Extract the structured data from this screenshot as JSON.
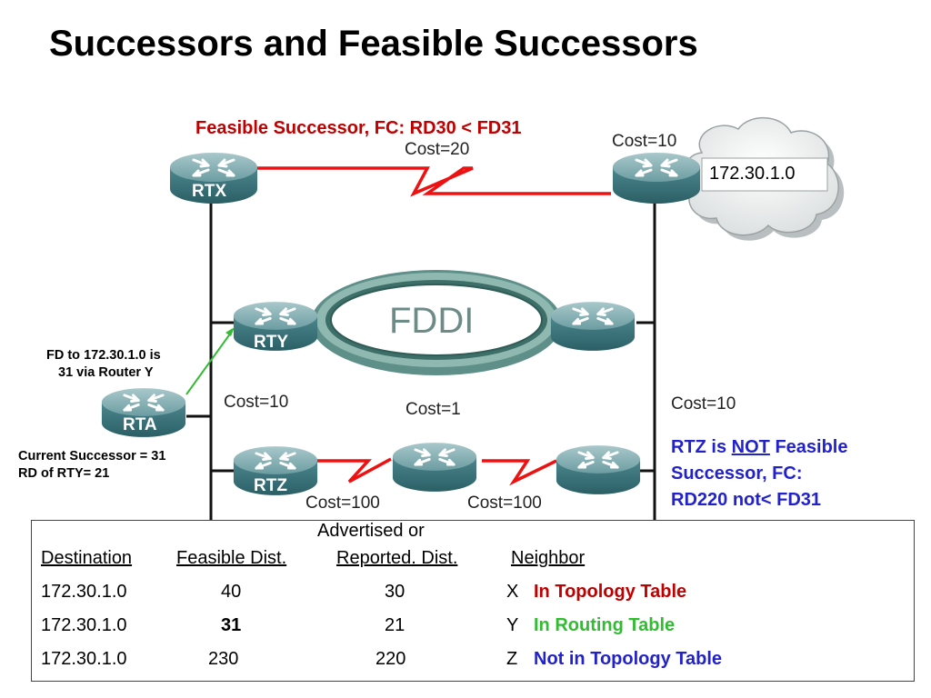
{
  "title": "Successors and Feasible Successors",
  "labels": {
    "feasible_successor": "Feasible Successor, FC: RD30 < FD31",
    "network": "172.30.1.0",
    "fddi": "FDDI",
    "fd_note_line1": "FD to 172.30.1.0 is",
    "fd_note_line2": "31 via Router Y",
    "current_successor_line1": "Current Successor = 31",
    "current_successor_line2": "RD of RTY= 21",
    "rtz_note_line1_prefix": "RTZ is ",
    "rtz_note_line1_not": "NOT",
    "rtz_note_line1_suffix": " Feasible",
    "rtz_note_line2": "Successor, FC:",
    "rtz_note_line3": "RD220 not< FD31"
  },
  "routers": {
    "rtx": "RTX",
    "rty": "RTY",
    "rta": "RTA",
    "rtz": "RTZ"
  },
  "costs": {
    "rtx_link": "Cost=20",
    "cloud_link": "Cost=10",
    "rty_link": "Cost=10",
    "fddi_link": "Cost=1",
    "right_link": "Cost=10",
    "rtz_link1": "Cost=100",
    "rtz_link2": "Cost=100"
  },
  "table": {
    "header_top": "Advertised or",
    "columns": [
      "Destination",
      "Feasible Dist.",
      "Reported. Dist.",
      "Neighbor"
    ],
    "rows": [
      {
        "destination": "172.30.1.0",
        "fd": "40",
        "rd": "30",
        "neighbor": "X",
        "status": "In Topology Table",
        "status_color": "#c00000"
      },
      {
        "destination": "172.30.1.0",
        "fd": "31",
        "rd": "21",
        "neighbor": "Y",
        "status": "In Routing Table",
        "status_color": "#33bb33"
      },
      {
        "destination": "172.30.1.0",
        "fd": "230",
        "rd": "220",
        "neighbor": "Z",
        "status": "Not in Topology Table",
        "status_color": "#2222cc"
      }
    ]
  },
  "colors": {
    "red": "#c00000",
    "green": "#33bb33",
    "blue": "#2222cc",
    "router_top": "#7fa9ad",
    "router_body": "#3f7b82",
    "link_red": "#ee1111",
    "fddi_ring": "#3e6e68"
  }
}
